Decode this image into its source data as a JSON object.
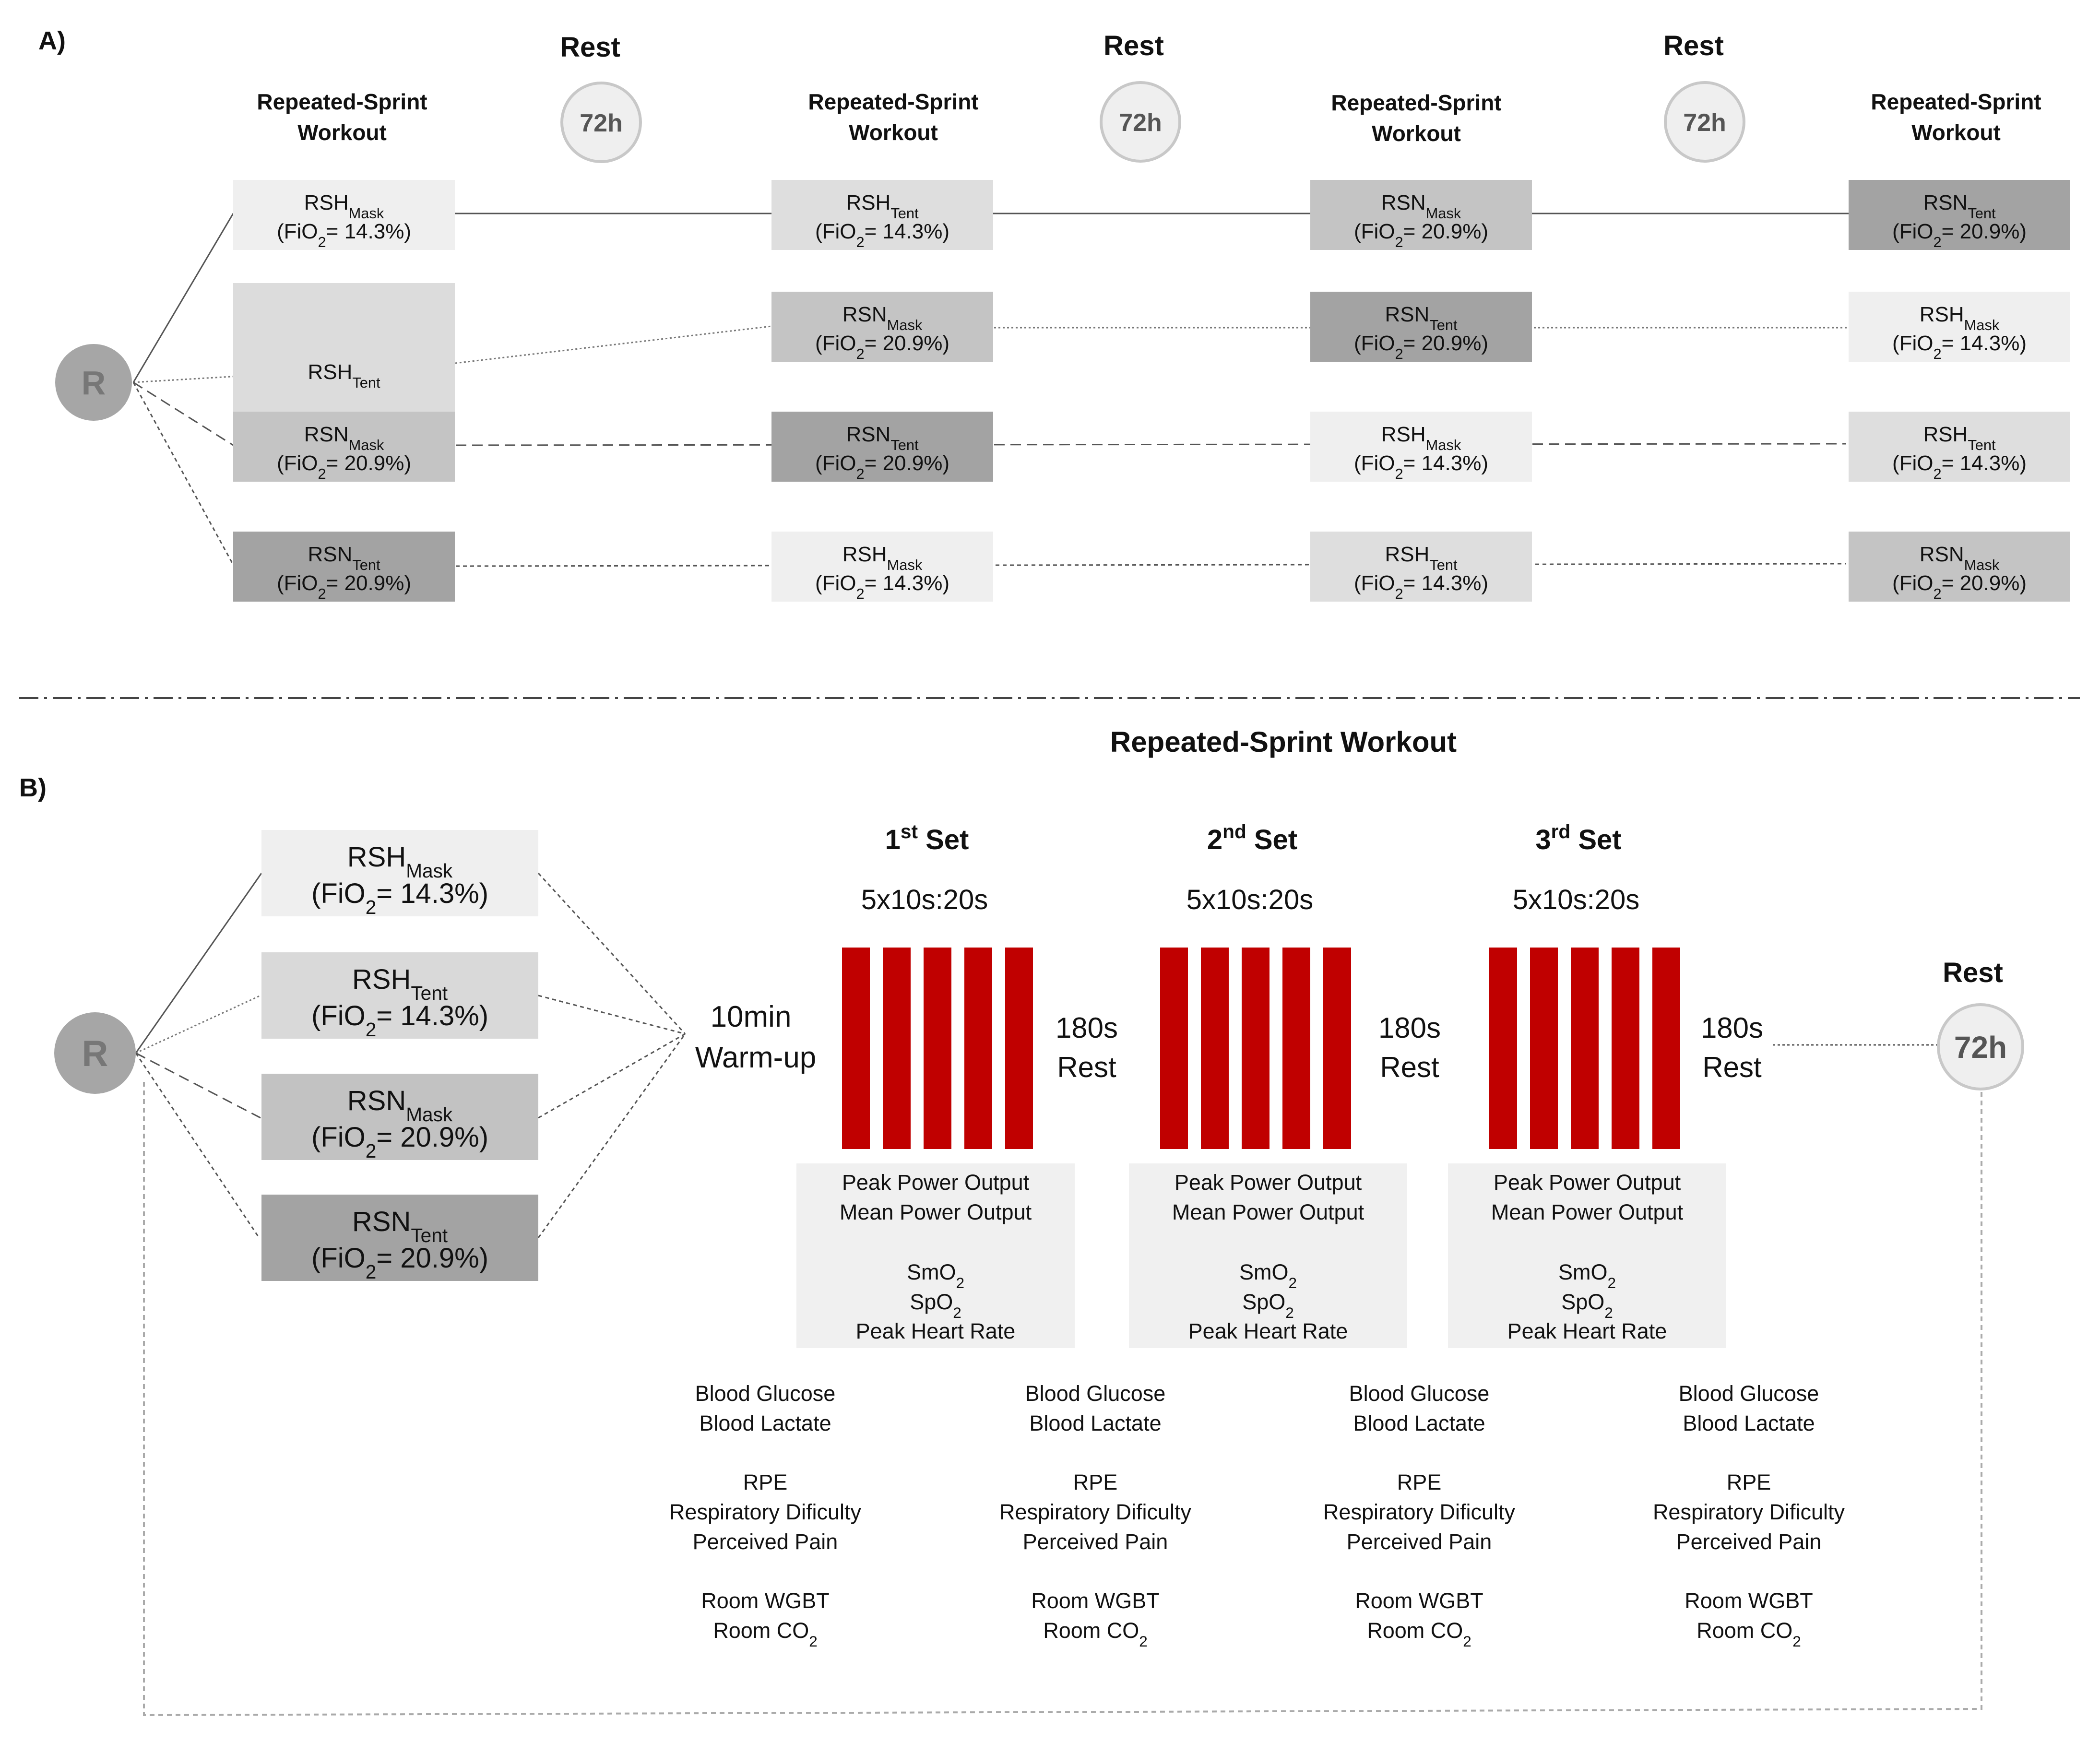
{
  "panel_a": {
    "label": "A)",
    "rest_title": "Rest",
    "rest_duration": "72h",
    "workout_title_line1": "Repeated-Sprint",
    "workout_title_line2": "Workout",
    "randomization": "R",
    "fio2_prefix": "(FiO",
    "fio2_sub": "2",
    "rows": [
      [
        {
          "base": "RSH",
          "sub": "Mask",
          "fio2": "= 14.3%)",
          "shade": "#efefef"
        },
        {
          "base": "RSH",
          "sub": "Tent",
          "fio2": "= 14.3%)",
          "shade": "#dedede"
        },
        {
          "base": "RSN",
          "sub": "Mask",
          "fio2": "= 20.9%)",
          "shade": "#c4c4c4"
        },
        {
          "base": "RSN",
          "sub": "Tent",
          "fio2": "= 20.9%)",
          "shade": "#a3a3a3"
        }
      ],
      [
        {
          "base": "RSH",
          "sub": "Tent",
          "fio2": "",
          "shade": "#dcdcdc"
        },
        {
          "base": "RSN",
          "sub": "Mask",
          "fio2": "= 20.9%)",
          "shade": "#c4c4c4"
        },
        {
          "base": "RSN",
          "sub": "Tent",
          "fio2": "= 20.9%)",
          "shade": "#a3a3a3"
        },
        {
          "base": "RSH",
          "sub": "Mask",
          "fio2": "= 14.3%)",
          "shade": "#efefef"
        }
      ],
      [
        {
          "base": "RSN",
          "sub": "Mask",
          "fio2": "= 20.9%)",
          "shade": "#c4c4c4"
        },
        {
          "base": "RSN",
          "sub": "Tent",
          "fio2": "= 20.9%)",
          "shade": "#a3a3a3"
        },
        {
          "base": "RSH",
          "sub": "Mask",
          "fio2": "= 14.3%)",
          "shade": "#efefef"
        },
        {
          "base": "RSH",
          "sub": "Tent",
          "fio2": "= 14.3%)",
          "shade": "#dedede"
        }
      ],
      [
        {
          "base": "RSN",
          "sub": "Tent",
          "fio2": "= 20.9%)",
          "shade": "#a3a3a3"
        },
        {
          "base": "RSH",
          "sub": "Mask",
          "fio2": "= 14.3%)",
          "shade": "#efefef"
        },
        {
          "base": "RSH",
          "sub": "Tent",
          "fio2": "= 14.3%)",
          "shade": "#dedede"
        },
        {
          "base": "RSN",
          "sub": "Mask",
          "fio2": "= 20.9%)",
          "shade": "#c4c4c4"
        }
      ]
    ]
  },
  "panel_b": {
    "label": "B)",
    "title": "Repeated-Sprint Workout",
    "randomization": "R",
    "conditions": [
      {
        "base": "RSH",
        "sub": "Mask",
        "fio2": "= 14.3%)",
        "shade": "#efefef"
      },
      {
        "base": "RSH",
        "sub": "Tent",
        "fio2": "= 14.3%)",
        "shade": "#d9d9d9"
      },
      {
        "base": "RSN",
        "sub": "Mask",
        "fio2": "= 20.9%)",
        "shade": "#c2c2c2"
      },
      {
        "base": "RSN",
        "sub": "Tent",
        "fio2": "= 20.9%)",
        "shade": "#a3a3a3"
      }
    ],
    "warmup_line1": "10min",
    "warmup_line2": "Warm-up",
    "sets": [
      {
        "num": "1",
        "sup": "st",
        "word": "Set",
        "protocol": "5x10s:20s"
      },
      {
        "num": "2",
        "sup": "nd",
        "word": "Set",
        "protocol": "5x10s:20s"
      },
      {
        "num": "3",
        "sup": "rd",
        "word": "Set",
        "protocol": "5x10s:20s"
      }
    ],
    "between_rest_line1": "180s",
    "between_rest_line2": "Rest",
    "final_rest_title": "Rest",
    "final_rest_duration": "72h",
    "sprint_color": "#c00000",
    "set_measures": {
      "power_1": "Peak Power Output",
      "power_2": "Mean Power Output",
      "smo2_base": "SmO",
      "spo2_base": "SpO",
      "o2_sub": "2",
      "hr": "Peak Heart Rate"
    },
    "timepoint_measures": {
      "glucose": "Blood Glucose",
      "lactate": "Blood Lactate",
      "rpe": "RPE",
      "resp": "Respiratory Dificulty",
      "pain": "Perceived Pain",
      "wgbt": "Room WGBT",
      "co2_base": "Room CO",
      "co2_sub": "2"
    }
  }
}
